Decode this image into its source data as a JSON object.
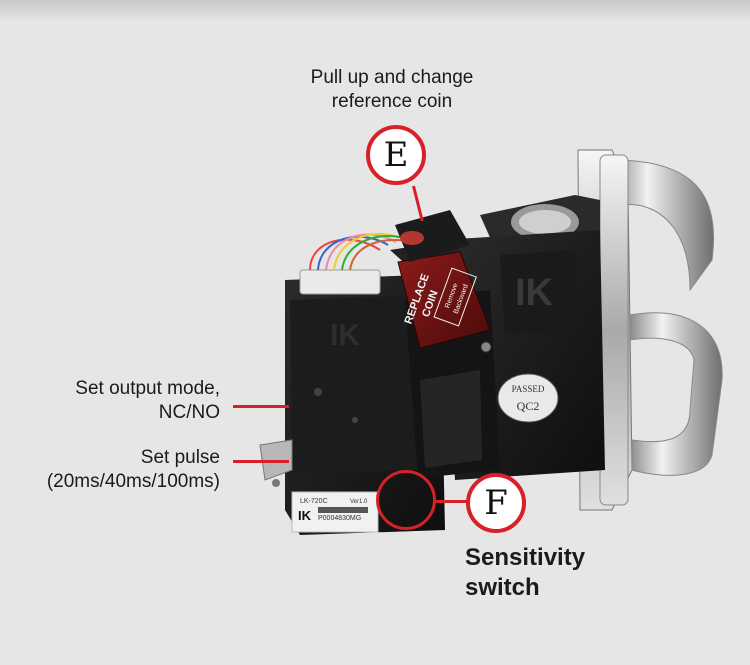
{
  "annotations": {
    "e_label": "Pull up and change\nreference coin",
    "e_badge": "E",
    "output_label_1": "Set output mode,",
    "output_label_2": "NC/NO",
    "pulse_label_1": "Set pulse",
    "pulse_label_2": "(20ms/40ms/100ms)",
    "f_badge": "F",
    "f_label_1": "Sensitivity",
    "f_label_2": "switch"
  },
  "device": {
    "replace_coin_line_1": "REPLACE",
    "replace_coin_line_2": "COIN",
    "remove_line_1": "Remove",
    "remove_line_2": "Backward",
    "passed_1": "PASSED",
    "passed_2": "QC2",
    "model": "LK-720C",
    "version": "Ver1.0",
    "brand": "IK",
    "serial": "P0004830MG"
  },
  "colors": {
    "accent": "#d72027",
    "background": "#e6e6e6"
  }
}
